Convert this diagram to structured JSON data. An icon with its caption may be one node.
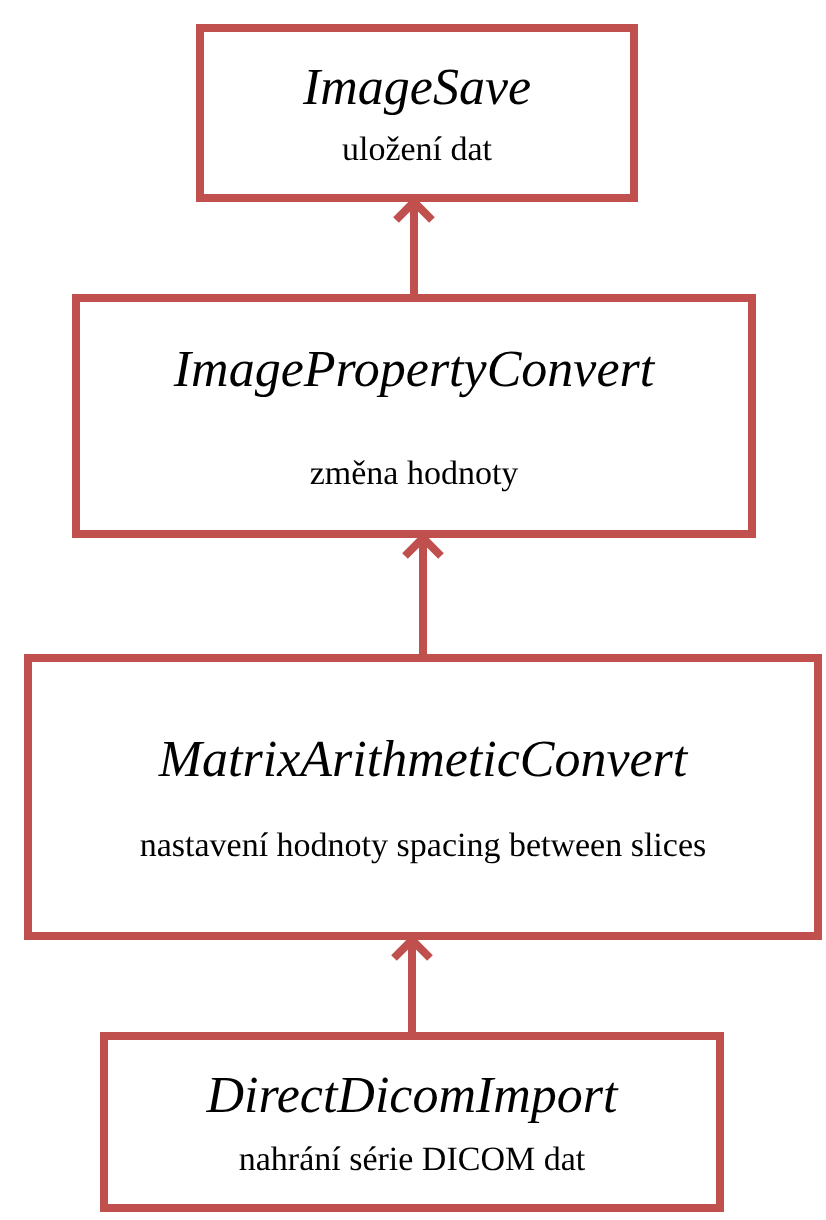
{
  "diagram": {
    "nodes": [
      {
        "text": [
          "ImageSave",
          "uložení dat"
        ]
      },
      {
        "text": [
          "ImagePropertyConvert",
          "změna hodnoty"
        ]
      },
      {
        "text": [
          "MatrixArithmeticConvert",
          "nastavení hodnoty spacing between slices"
        ]
      },
      {
        "text": [
          "DirectDicomImport",
          "nahrání série DICOM dat"
        ]
      }
    ],
    "edges": [
      {
        "from": 3,
        "to": 2,
        "arrow": "to"
      },
      {
        "from": 2,
        "to": 1,
        "arrow": "to"
      },
      {
        "from": 1,
        "to": 0,
        "arrow": "to"
      }
    ]
  }
}
